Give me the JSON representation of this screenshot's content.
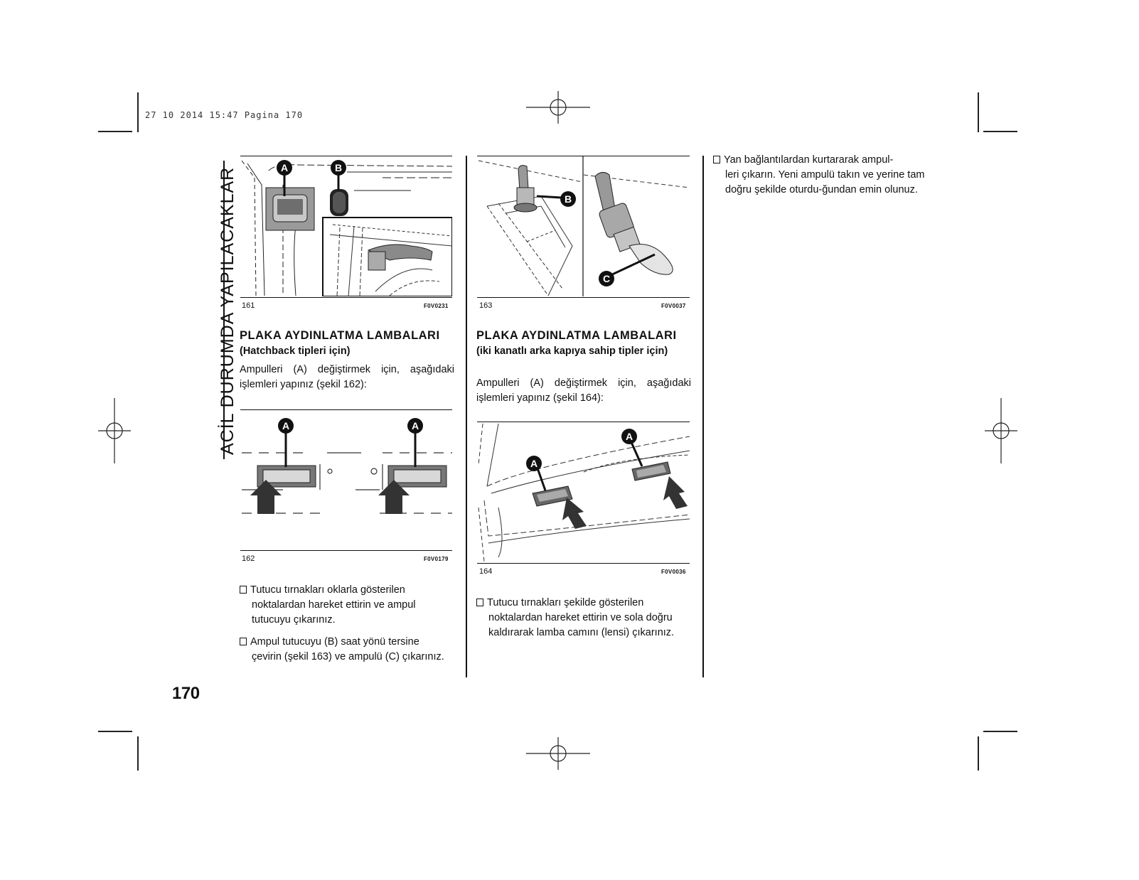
{
  "stamp": "27 10 2014 15:47 Pagina 170",
  "side_title": "ACİL DURUMDA YAPILACAKLAR",
  "page_number": "170",
  "figures": {
    "f161": {
      "number": "161",
      "code": "F0V0231",
      "labels": [
        "A",
        "B"
      ]
    },
    "f162": {
      "number": "162",
      "code": "F0V0179",
      "labels": [
        "A",
        "A"
      ]
    },
    "f163": {
      "number": "163",
      "code": "F0V0037",
      "labels": [
        "B",
        "C"
      ]
    },
    "f164": {
      "number": "164",
      "code": "F0V0036",
      "labels": [
        "A",
        "A"
      ]
    }
  },
  "col1": {
    "heading": "PLAKA AYDINLATMA LAMBALARI",
    "subheading": "(Hatchback tipleri için)",
    "intro": "Ampulleri (A) değiştirmek için, aşağıdaki işlemleri yapınız (şekil 162):",
    "bullets": [
      {
        "first": "Tutucu tırnakları oklarla gösterilen",
        "rest": "noktalardan hareket ettirin ve ampul tutucuyu çıkarınız."
      },
      {
        "first": "Ampul tutucuyu (B) saat yönü tersine",
        "rest": "çevirin (şekil 163) ve ampulü (C) çıkarınız."
      }
    ]
  },
  "col2": {
    "heading": "PLAKA AYDINLATMA LAMBALARI",
    "subheading": "(iki kanatlı arka kapıya sahip tipler için)",
    "intro": "Ampulleri (A) değiştirmek için, aşağıdaki işlemleri yapınız (şekil 164):",
    "bullets": [
      {
        "first": "Tutucu tırnakları şekilde gösterilen",
        "rest": "noktalardan hareket ettirin ve sola doğru kaldırarak lamba camını (lensi) çıkarınız."
      }
    ]
  },
  "col3": {
    "bullets": [
      {
        "first": "Yan bağlantılardan kurtararak ampul-",
        "rest": "leri çıkarın. Yeni ampulü takın ve yerine tam doğru şekilde oturdu-ğundan emin olunuz."
      }
    ]
  }
}
